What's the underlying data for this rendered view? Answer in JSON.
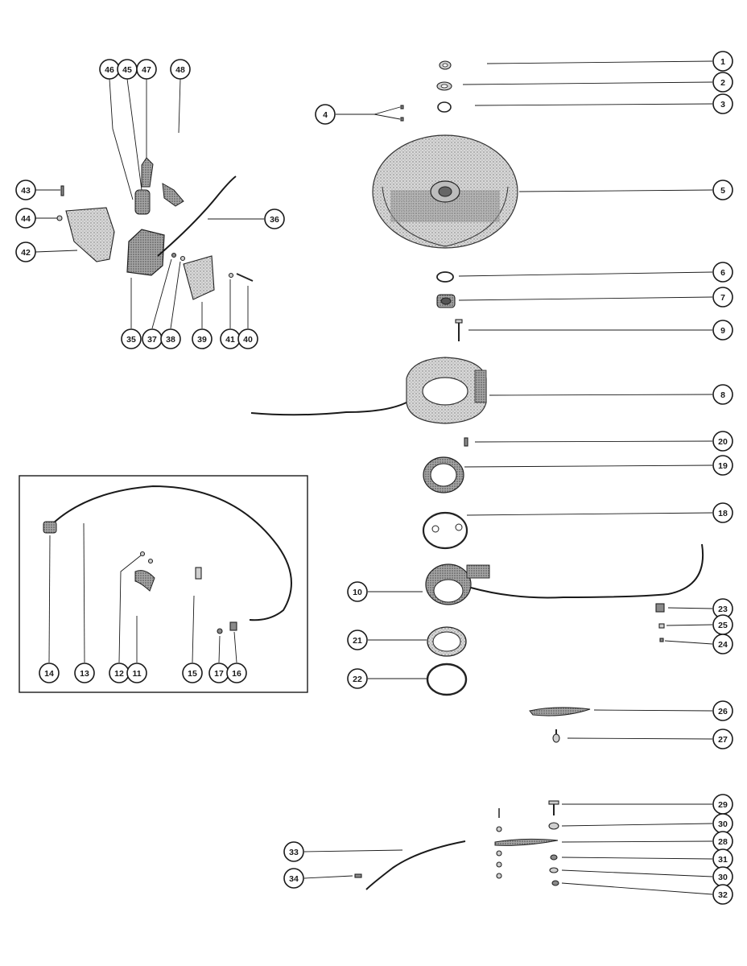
{
  "callouts": {
    "c1": "1",
    "c2": "2",
    "c3": "3",
    "c4": "4",
    "c5": "5",
    "c6": "6",
    "c7": "7",
    "c8": "8",
    "c9": "9",
    "c10": "10",
    "c11": "11",
    "c12": "12",
    "c13": "13",
    "c14": "14",
    "c15": "15",
    "c16": "16",
    "c17": "17",
    "c18": "18",
    "c19": "19",
    "c20": "20",
    "c21": "21",
    "c22": "22",
    "c23": "23",
    "c24": "24",
    "c25": "25",
    "c26": "26",
    "c27": "27",
    "c28": "28",
    "c29": "29",
    "c30a": "30",
    "c30b": "30",
    "c31": "31",
    "c32": "32",
    "c33": "33",
    "c34": "34",
    "c35": "35",
    "c36": "36",
    "c37": "37",
    "c38": "38",
    "c39": "39",
    "c40": "40",
    "c41": "41",
    "c42": "42",
    "c43": "43",
    "c44": "44",
    "c45": "45",
    "c46": "46",
    "c47": "47",
    "c48": "48"
  }
}
